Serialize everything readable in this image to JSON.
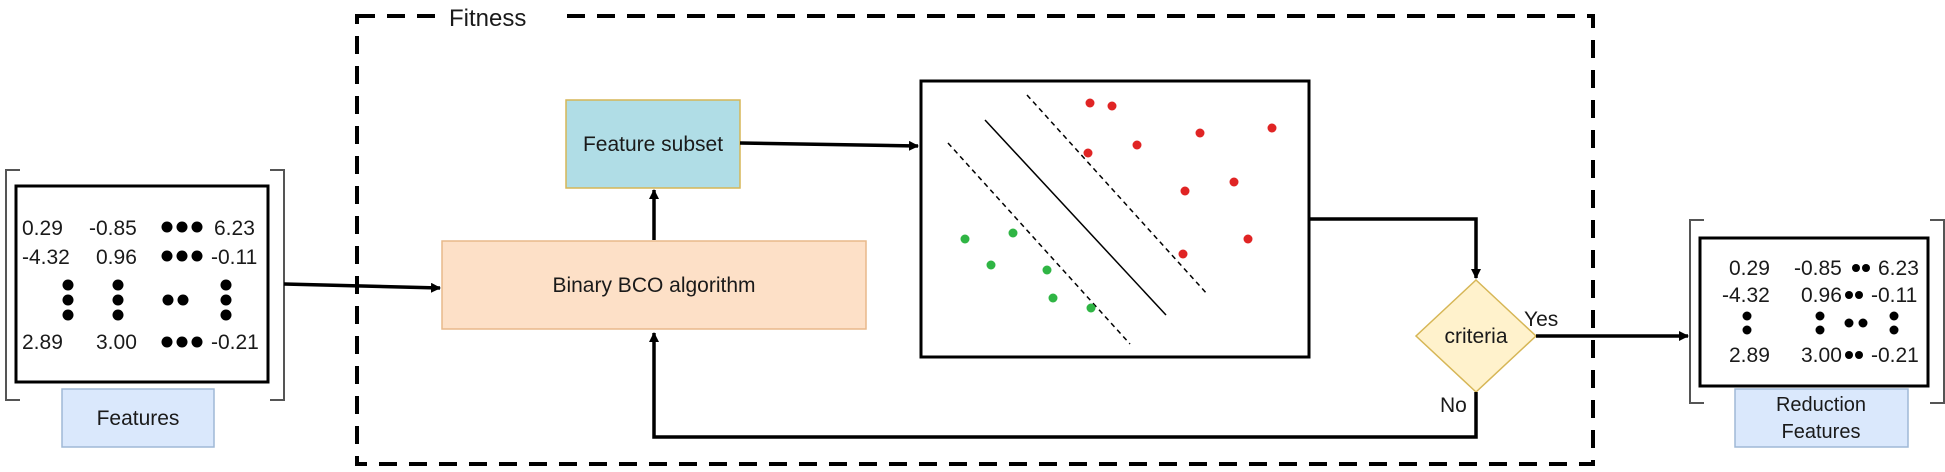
{
  "fitness_label": "Fitness",
  "feature_subset_label": "Feature subset",
  "bco_label": "Binary BCO algorithm",
  "criteria_label": "criteria",
  "yes_label": "Yes",
  "no_label": "No",
  "features_caption": "Features",
  "reduction_caption_line1": "Reduction",
  "reduction_caption_line2": "Features",
  "input_matrix": {
    "r1": [
      "0.29",
      "-0.85",
      "6.23"
    ],
    "r2": [
      "-4.32",
      "0.96",
      "-0.11"
    ],
    "r3": [
      "2.89",
      "3.00",
      "-0.21"
    ]
  },
  "output_matrix": {
    "r1": [
      "0.29",
      "-0.85",
      "6.23"
    ],
    "r2": [
      "-4.32",
      "0.96",
      "-0.11"
    ],
    "r3": [
      "2.89",
      "3.00",
      "-0.21"
    ]
  },
  "colors": {
    "feature_subset_fill": "#b0dde6",
    "feature_subset_border": "#d6b656",
    "bco_fill": "#fde0c7",
    "bco_border": "#e8b98a",
    "criteria_fill": "#fff2cc",
    "criteria_border": "#d6b656",
    "caption_fill": "#dae8fc",
    "caption_border": "#9fb8d6",
    "class_a_dot": "#e02424",
    "class_b_dot": "#2fb544"
  }
}
